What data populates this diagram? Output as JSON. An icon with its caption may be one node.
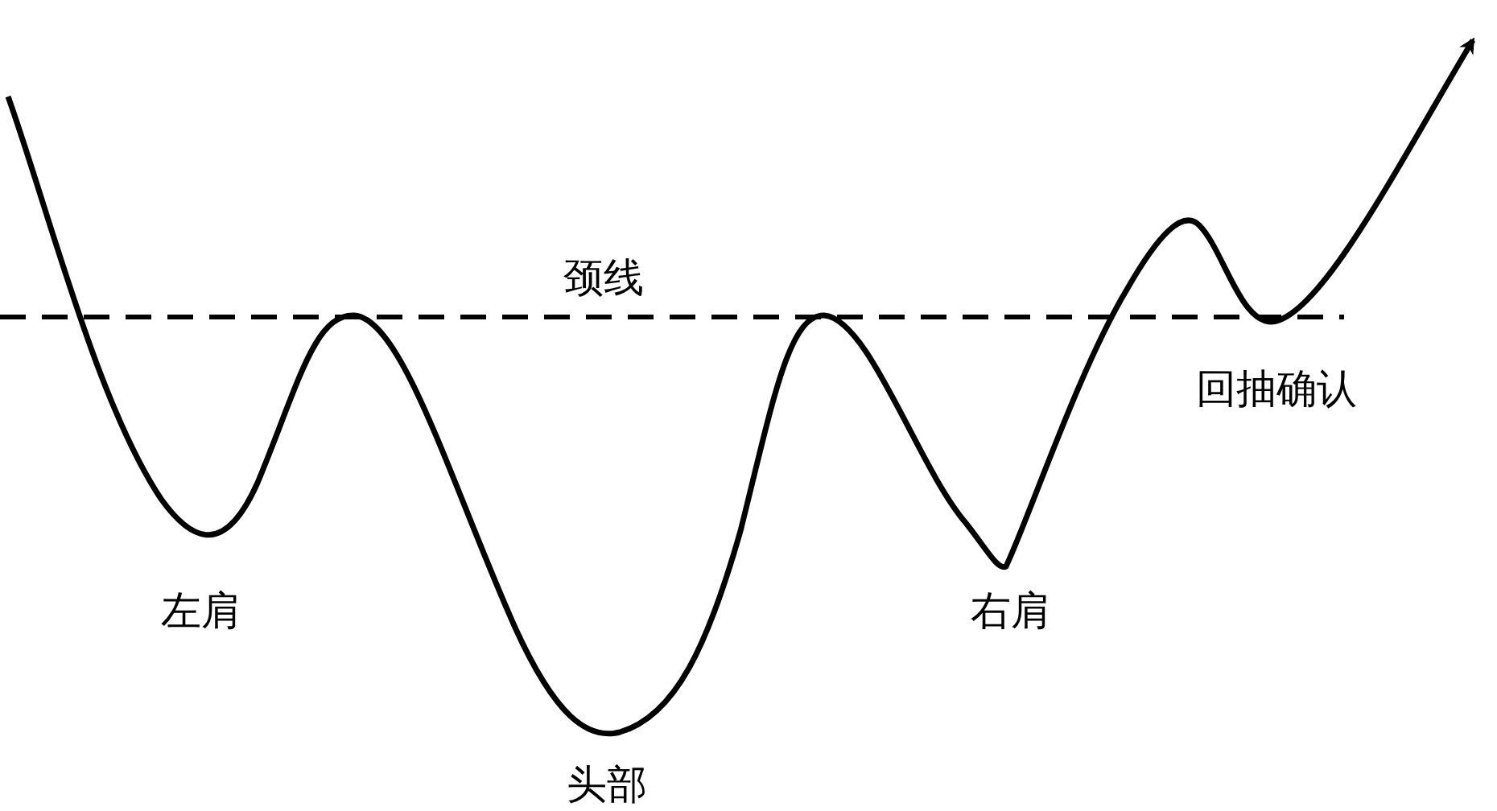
{
  "diagram": {
    "labels": [
      "颈线",
      "回抽确认",
      "左肩",
      "右肩",
      "头部"
    ]
  }
}
